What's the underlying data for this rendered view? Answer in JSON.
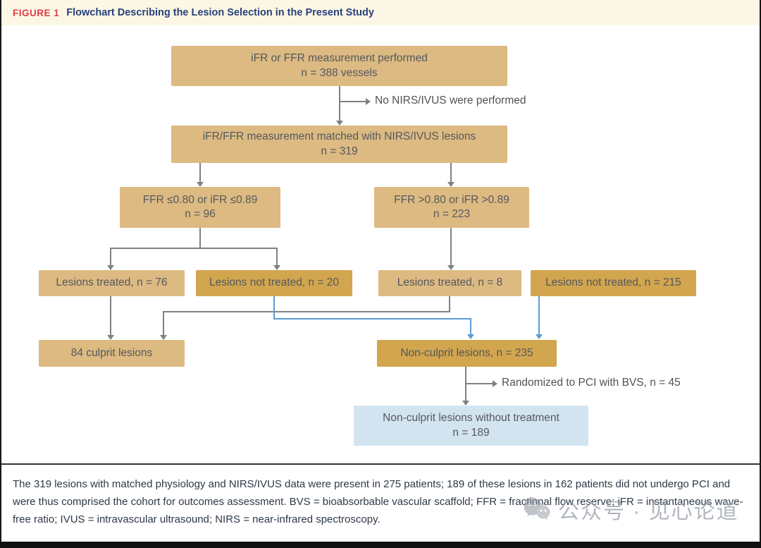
{
  "figure_header": {
    "label": "FIGURE 1",
    "title": "Flowchart Describing the Lesion Selection in the Present Study"
  },
  "flowchart": {
    "boxes": {
      "b1": {
        "line1": "iFR or FFR measurement performed",
        "line2": "n = 388 vessels"
      },
      "b2": {
        "line1": "iFR/FFR measurement matched with NIRS/IVUS lesions",
        "line2": "n = 319"
      },
      "b3a": {
        "line1": "FFR ≤0.80 or iFR ≤0.89",
        "line2": "n = 96"
      },
      "b3b": {
        "line1": "FFR >0.80 or iFR >0.89",
        "line2": "n = 223"
      },
      "b4a": {
        "label": "Lesions treated, n = 76"
      },
      "b4b": {
        "label": "Lesions not treated, n = 20"
      },
      "b4c": {
        "label": "Lesions treated, n = 8"
      },
      "b4d": {
        "label": "Lesions not treated, n = 215"
      },
      "b5a": {
        "label": "84 culprit lesions"
      },
      "b5b": {
        "label": "Non-culprit lesions, n = 235"
      },
      "b6": {
        "line1": "Non-culprit lesions without treatment",
        "line2": "n = 189"
      }
    },
    "annotations": {
      "no_nirs": "No NIRS/IVUS were performed",
      "randomized": "Randomized to PCI with BVS, n = 45"
    },
    "colors": {
      "box_light": "#dcba82",
      "box_dark": "#d2a54f",
      "box_blue": "#d3e4f1",
      "arrow_gray": "#7e8184",
      "arrow_blue": "#5b9bd5",
      "header_bg": "#fcf7e5",
      "figure_label_red": "#e23c43",
      "figure_title_navy": "#27417c"
    }
  },
  "caption": {
    "text": "The 319 lesions with matched physiology and NIRS/IVUS data were present in 275 patients; 189 of these lesions in 162 patients did not undergo PCI and were thus comprised the cohort for outcomes assessment. BVS = bioabsorbable vascular scaffold; FFR = fractional flow reserve; iFR = instantaneous wave-free ratio; IVUS = intravascular ultrasound; NIRS = near-infrared spectroscopy."
  },
  "watermark": {
    "text": "公众号 · 见心论道"
  }
}
